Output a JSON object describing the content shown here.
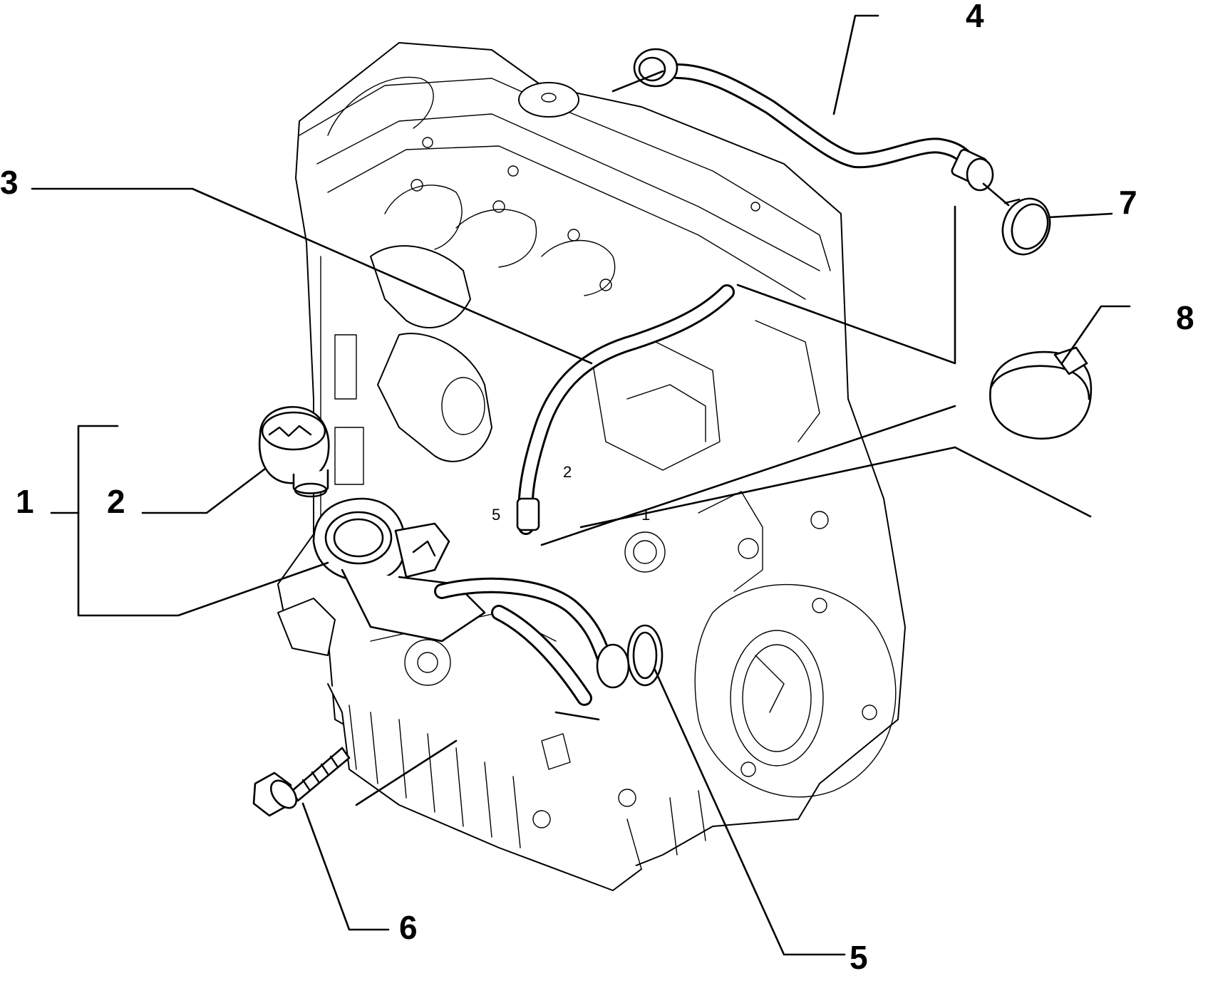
{
  "diagram": {
    "callouts": [
      {
        "id": "1",
        "label": "1"
      },
      {
        "id": "2",
        "label": "2"
      },
      {
        "id": "3",
        "label": "3"
      },
      {
        "id": "4",
        "label": "4"
      },
      {
        "id": "5",
        "label": "5"
      },
      {
        "id": "6",
        "label": "6"
      },
      {
        "id": "7",
        "label": "7"
      },
      {
        "id": "8",
        "label": "8"
      }
    ],
    "engine_marks": {
      "mark_5": "5",
      "mark_2": "2",
      "mark_1": "1"
    },
    "colors": {
      "line": "#000000",
      "background": "#ffffff"
    }
  }
}
